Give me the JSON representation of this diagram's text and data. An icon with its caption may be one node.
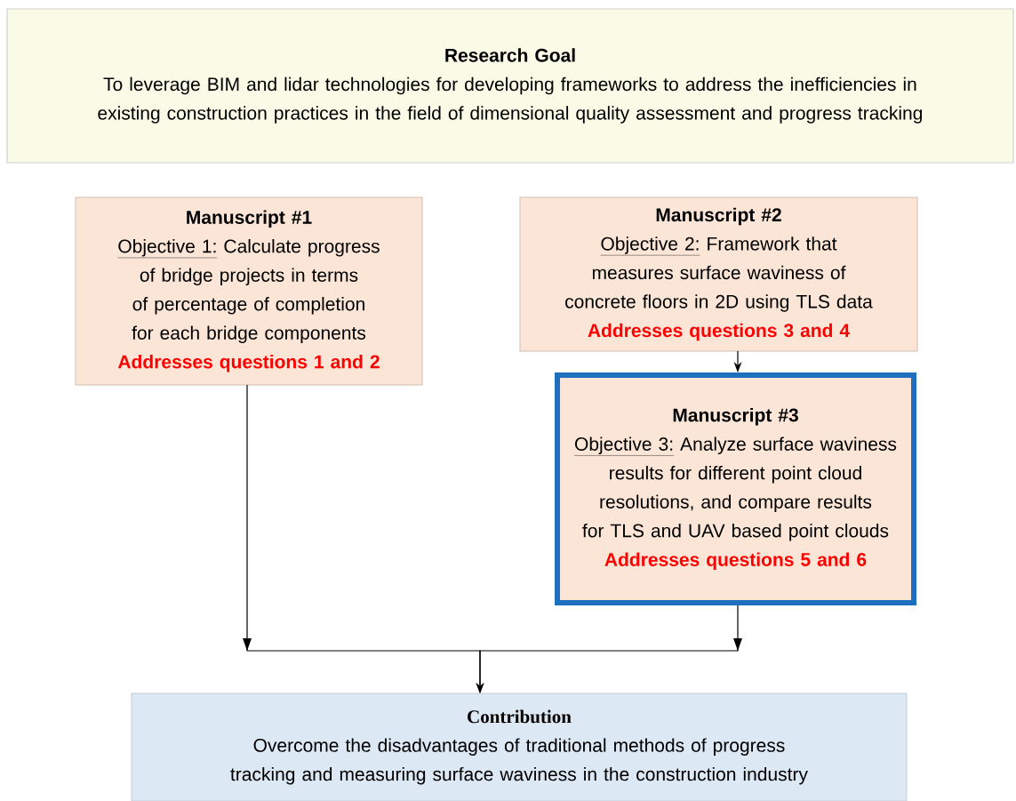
{
  "diagram": {
    "nodes": [
      {
        "text": [
          "Research Goal",
          "To leverage BIM and lidar technologies for developing frameworks to address the inefficiencies in existing construction practices in the field of dimensional quality assessment and progress tracking"
        ]
      },
      {
        "text": [
          "Manuscript #1",
          "Objective 1:",
          "Calculate progress of bridge projects in terms of percentage of completion for each bridge components",
          "Addresses questions 1 and 2"
        ]
      },
      {
        "text": [
          "Manuscript #2",
          "Objective 2:",
          "Framework that measures surface waviness of concrete floors in 2D using TLS data",
          "Addresses questions 3 and 4"
        ]
      },
      {
        "text": [
          "Manuscript #3",
          "Objective 3:",
          "Analyze surface waviness results for different point cloud resolutions, and compare results for TLS and UAV based point clouds",
          "Addresses questions 5 and 6"
        ]
      },
      {
        "text": [
          "Contribution",
          "Overcome the disadvantages of traditional methods of progress tracking and measuring surface waviness in the construction industry"
        ]
      }
    ],
    "edges": [
      {
        "from": 2,
        "to": 3,
        "arrow": "to"
      },
      {
        "from": 1,
        "to": 4,
        "arrow": "to"
      },
      {
        "from": 3,
        "to": 4,
        "arrow": "to"
      }
    ]
  }
}
